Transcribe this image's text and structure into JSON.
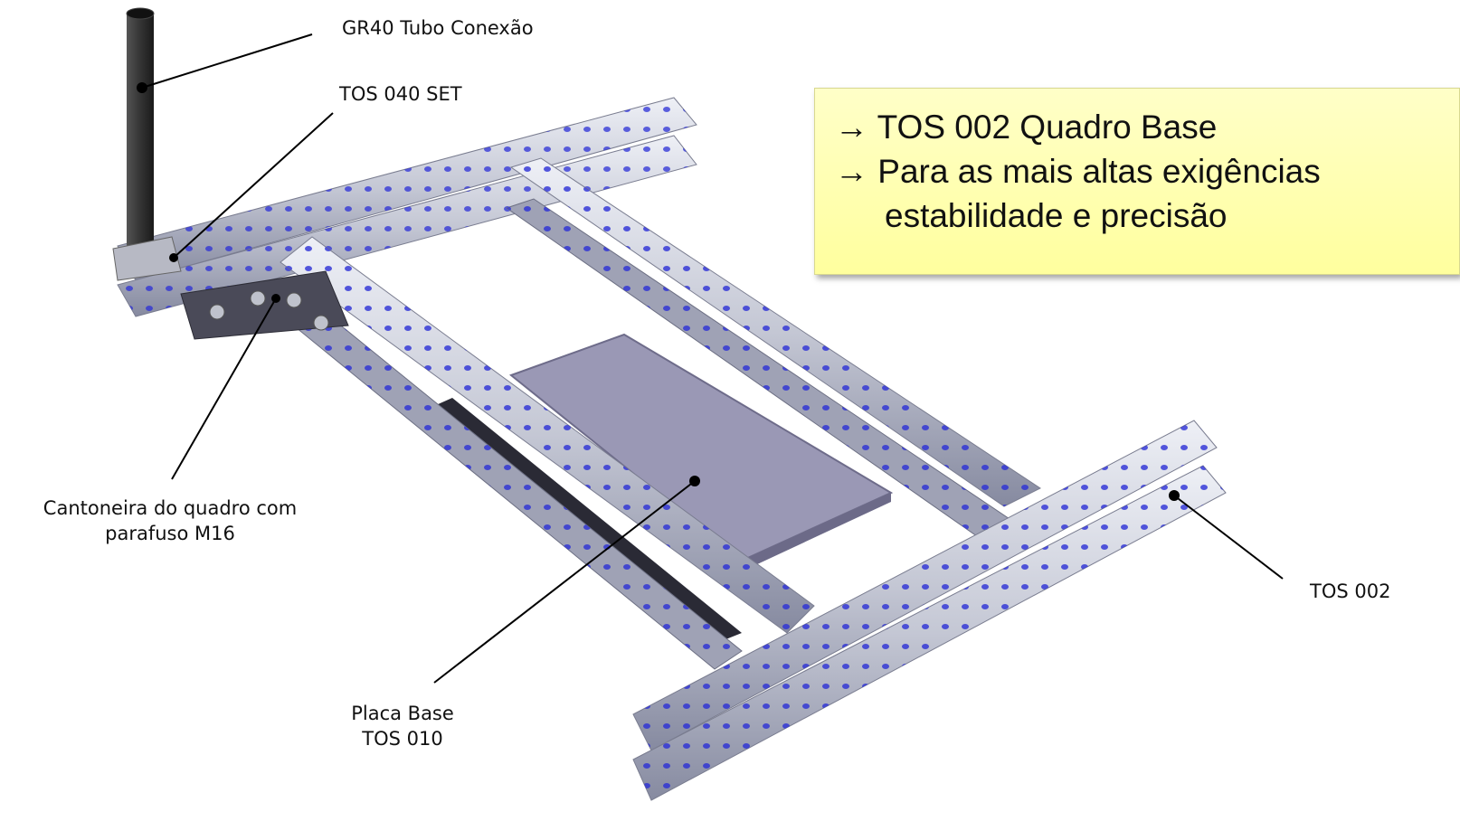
{
  "labels": {
    "tube": "GR40 Tubo Conexão",
    "set": "TOS 040 SET",
    "bracket_line1": "Cantoneira do quadro com",
    "bracket_line2": "parafuso M16",
    "plate_line1": "Placa Base",
    "plate_line2": "TOS 010",
    "frame": "TOS 002"
  },
  "callout": {
    "arrow": "→",
    "line1": "TOS 002 Quadro Base",
    "line2": "Para as mais altas exigências",
    "line3": "estabilidade e precisão"
  },
  "colors": {
    "profile": "#c9ccd8",
    "profile_dark": "#8d90a3",
    "hole": "#2b2fd6",
    "plate": "#9a98b5",
    "tube": "#2b2b2b",
    "callout_bg": "#ffffb0"
  }
}
